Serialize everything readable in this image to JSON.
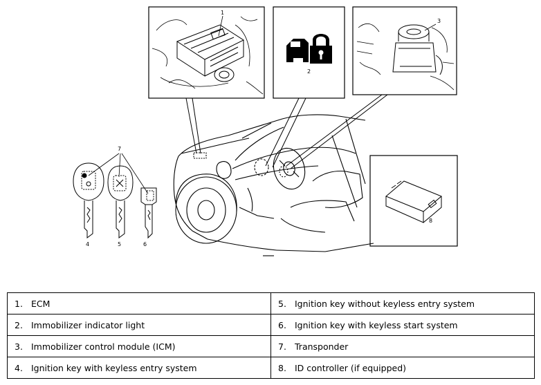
{
  "callouts": {
    "ecm": "1",
    "indicator_light": "2",
    "icm": "3",
    "key_keyless_entry": "4",
    "key_no_keyless": "5",
    "key_keyless_start": "6",
    "transponder": "7",
    "id_controller": "8"
  },
  "legend": {
    "rows": [
      [
        {
          "num": "1.",
          "text": "ECM"
        },
        {
          "num": "5.",
          "text": "Ignition key without keyless entry system"
        }
      ],
      [
        {
          "num": "2.",
          "text": "Immobilizer indicator light"
        },
        {
          "num": "6.",
          "text": "Ignition key with keyless start system"
        }
      ],
      [
        {
          "num": "3.",
          "text": "Immobilizer control module (ICM)"
        },
        {
          "num": "7.",
          "text": "Transponder"
        }
      ],
      [
        {
          "num": "4.",
          "text": "Ignition key with keyless entry system"
        },
        {
          "num": "8.",
          "text": "ID controller (if equipped)"
        }
      ]
    ]
  }
}
